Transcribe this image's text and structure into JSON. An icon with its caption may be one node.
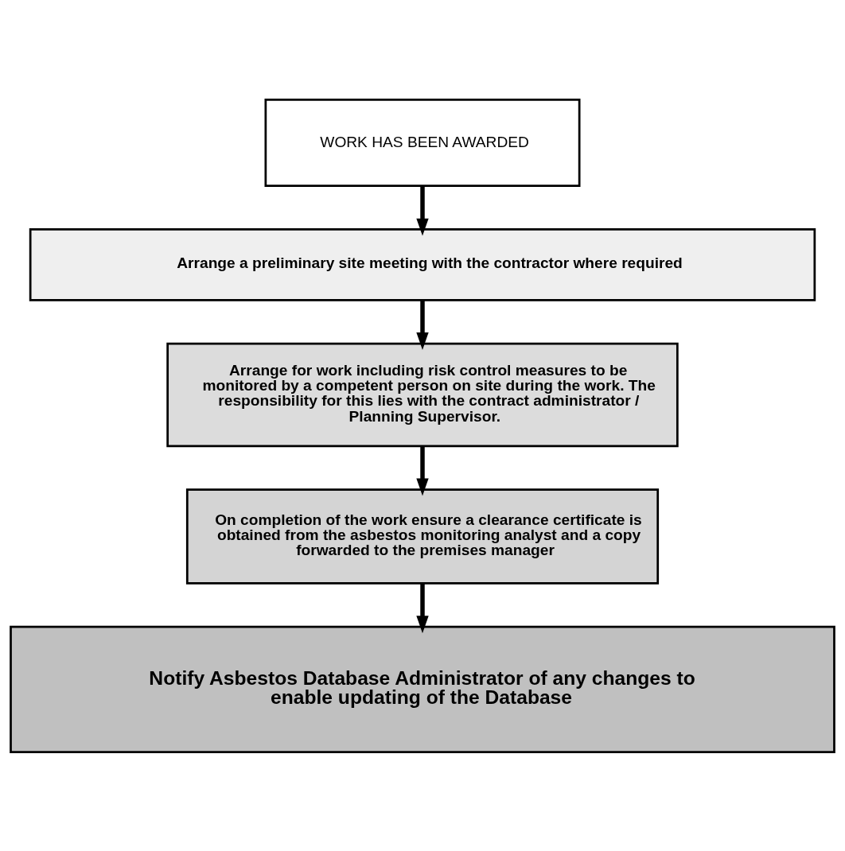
{
  "diagram": {
    "nodes": [
      {
        "text": [
          "WORK HAS BEEN AWARDED"
        ]
      },
      {
        "text": [
          "Arrange a preliminary site meeting with the contractor where required"
        ]
      },
      {
        "text": [
          "Arrange for work including risk control measures to be monitored by a competent person on site during the work. The responsibility for this lies with the contract administrator / Planning Supervisor."
        ]
      },
      {
        "text": [
          "On completion of the work ensure a clearance certificate is obtained from the asbestos monitoring analyst and a copy forwarded to the premises manager"
        ]
      },
      {
        "text": [
          "Notify Asbestos Database Administrator of any changes to enable updating of the Database"
        ]
      }
    ],
    "edges": [
      {
        "from": 0,
        "to": 1,
        "arrow": "to"
      },
      {
        "from": 1,
        "to": 2,
        "arrow": "to"
      },
      {
        "from": 2,
        "to": 3,
        "arrow": "to"
      },
      {
        "from": 3,
        "to": 4,
        "arrow": "to"
      }
    ]
  }
}
